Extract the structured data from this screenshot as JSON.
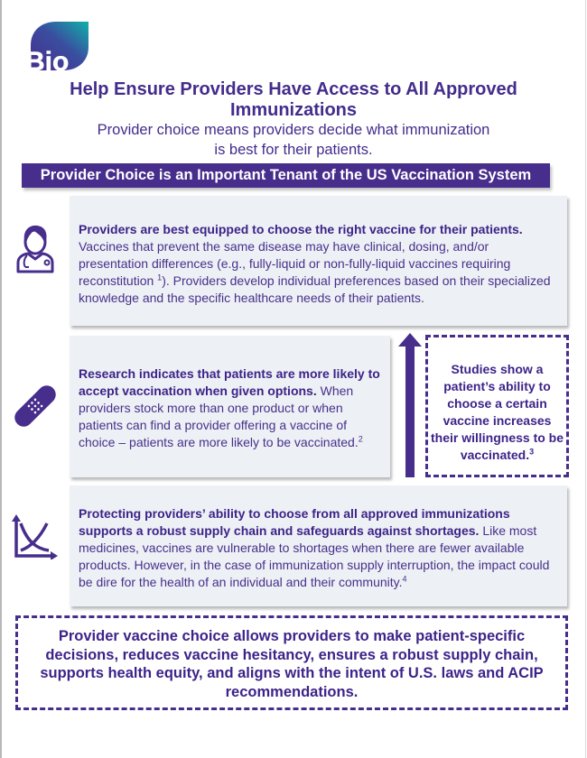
{
  "logo": {
    "text": "Bio",
    "icon": "bio-leaf-logo",
    "gradient": [
      "#472d8c",
      "#10b0a8"
    ]
  },
  "header": {
    "title": "Help Ensure Providers Have Access to All Approved Immunizations",
    "subtitle": "Provider choice means providers decide what immunization is best for their patients."
  },
  "banner": {
    "text": "Provider Choice is an Important Tenant of the US Vaccination System"
  },
  "cards": [
    {
      "icon": "doctor-icon",
      "bold": "Providers are best equipped to choose the right vaccine for their patients.",
      "text_a": " Vaccines that prevent the same disease may have clinical, dosing, and/or presentation differences (e.g., fully-liquid or non-fully-liquid vaccines requiring reconstitution ",
      "sup": "1",
      "text_b": "). Providers develop individual preferences based on their specialized knowledge and the specific healthcare needs of their patients."
    },
    {
      "icon": "bandage-icon",
      "bold": "Research indicates that patients are more likely to accept vaccination when given options.",
      "text_a": " When providers stock more than one product or when patients can find a provider offering a vaccine of choice – patients are more likely to be vaccinated.",
      "sup": "2"
    },
    {
      "icon": "supply-demand-chart-icon",
      "bold": "Protecting providers’ ability to choose from all approved immunizations supports a robust supply chain and safeguards against shortages.",
      "text_a": " Like most medicines, vaccines are vulnerable to shortages when there are fewer available products. However, in the case of immunization supply interruption, the impact could be dire for the health of an individual and their community.",
      "sup": "4"
    }
  ],
  "callout": {
    "text": "Studies show a patient’s ability to choose a certain vaccine increases their willingness to be vaccinated.",
    "sup": "3"
  },
  "summary": {
    "text": "Provider vaccine choice allows providers to make patient-specific decisions, reduces vaccine hesitancy, ensures a robust supply chain, supports health equity, and aligns with the intent of U.S. laws and ACIP recommendations."
  },
  "colors": {
    "brand_purple": "#472d8c",
    "card_bg": "#edf0f4",
    "text": "#432c8c"
  }
}
